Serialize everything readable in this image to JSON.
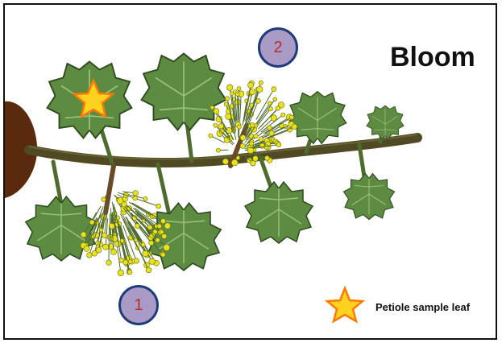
{
  "diagram": {
    "title": "Bloom",
    "markers": [
      {
        "label": "1"
      },
      {
        "label": "2"
      }
    ],
    "legend": {
      "label": "Petiole sample leaf",
      "icon": "star-icon"
    },
    "colors": {
      "cane": "#4f4a23",
      "trunk": "#5a2a0e",
      "leaf": "#5d8b42",
      "leaf_vein": "#9cc07a",
      "petiole": "#4f6b2e",
      "flower": "#e6e21e",
      "star_fill": "#ffd21f",
      "star_stroke": "#ff7a00",
      "marker_fill": "#a99ac6",
      "marker_border": "#1f3b7a",
      "marker_text": "#b5302e"
    }
  }
}
